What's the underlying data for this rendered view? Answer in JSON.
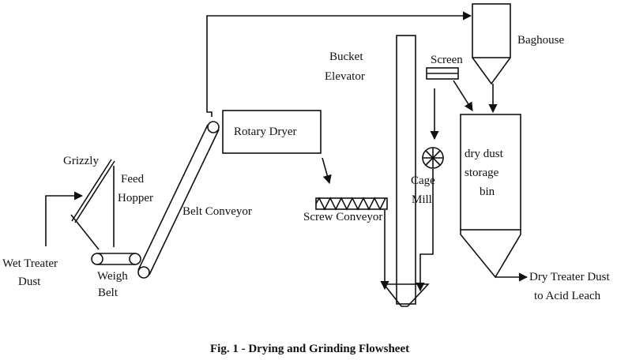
{
  "labels": {
    "baghouse": "Baghouse",
    "bucket_elevator_1": "Bucket",
    "bucket_elevator_2": "Elevator",
    "screen": "Screen",
    "rotary_dryer": "Rotary Dryer",
    "dry_dust_bin_1": "dry dust",
    "dry_dust_bin_2": "storage",
    "dry_dust_bin_3": "bin",
    "grizzly": "Grizzly",
    "feed_hopper_1": "Feed",
    "feed_hopper_2": "Hopper",
    "belt_conveyor": "Belt Conveyor",
    "cage_mill_1": "Cage",
    "cage_mill_2": "Mill",
    "screw_conveyor": "Screw Conveyor",
    "wet_treater_dust_1": "Wet Treater",
    "wet_treater_dust_2": "Dust",
    "weigh_belt_1": "Weigh",
    "weigh_belt_2": "Belt",
    "dry_treater_dust_1": "Dry Treater Dust",
    "dry_treater_dust_2": "to Acid Leach"
  },
  "caption": "Fig. 1 - Drying and Grinding Flowsheet"
}
